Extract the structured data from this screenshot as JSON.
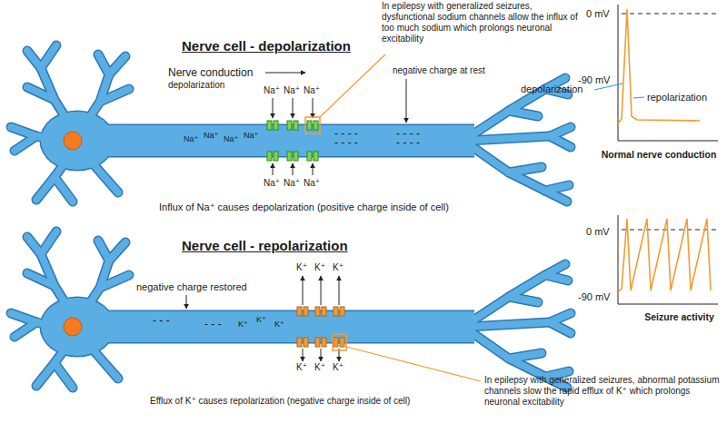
{
  "diagram": {
    "labels": [
      "Nerve cell - depolarization",
      "Nerve conduction",
      "depolarization",
      "Na⁺",
      "Na⁺",
      "Na⁺",
      "Na⁺",
      "Na⁺",
      "Na⁺",
      "Na⁺",
      "Na⁺",
      "Na⁺",
      "Na⁺",
      "negative charge at rest",
      "- - - -",
      "- - - -",
      "- - - -",
      "- - - -",
      "In epilepsy with generalized seizures, dysfunctional sodium channels allow the influx of too much sodium which prolongs neuronal excitability",
      "0 mV",
      "-90 mV",
      "depolarization",
      "repolarization",
      "Normal nerve conduction",
      "Influx of Na⁺ causes depolarization (positive charge inside of cell)",
      "Nerve cell - repolarization",
      "negative charge restored",
      "K⁺",
      "K⁺",
      "K⁺",
      "K⁺",
      "K⁺",
      "K⁺",
      "K⁺",
      "K⁺",
      "K⁺",
      "- - -",
      "- - -",
      "0 mV",
      "-90 mV",
      "Seizure activity",
      "Efflux of K⁺ causes repolarization (negative charge inside of cell)",
      "In epilepsy with generalized seizures, abnormal potassium channels slow the rapid efflux of K⁺ which prolongs neuronal excitability"
    ]
  }
}
